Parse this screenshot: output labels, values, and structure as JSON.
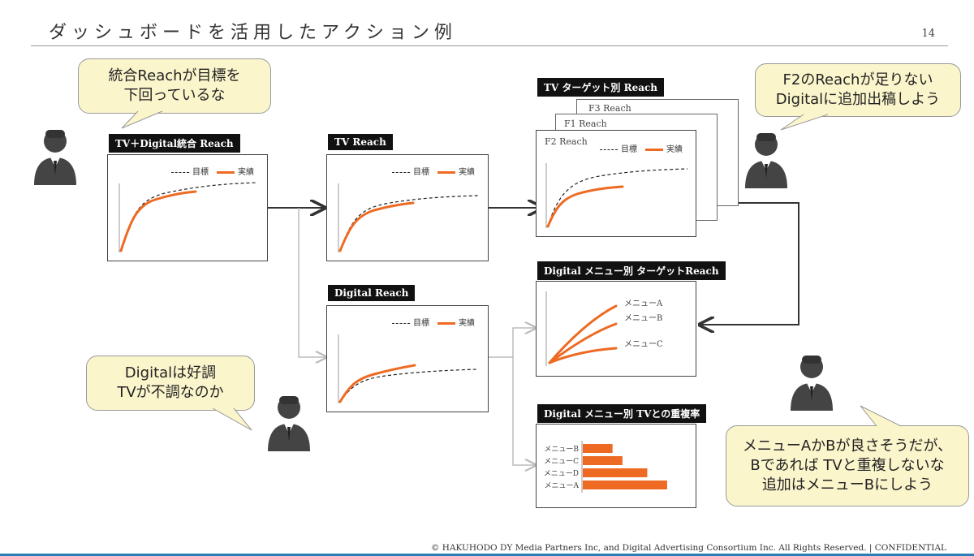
{
  "title": "ダッシュボードを活用したアクション例",
  "page_number": "14",
  "footer": "© HAKUHODO DY Media Partners Inc, and Digital Advertising Consortium Inc. All Rights Reserved. | CONFIDENTIAL",
  "bubbles": {
    "top_left": [
      "統合Reachが目標を",
      "下回っているな"
    ],
    "top_right": [
      "F2のReachが足りない",
      "Digitalに追加出稿しよう"
    ],
    "bottom_left": [
      "Digitalは好調",
      "TVが不調なのか"
    ],
    "bottom_right": [
      "メニューAかBが良さそうだが、",
      "Bであれば TVと重複しないな",
      "追加はメニューBにしよう"
    ]
  },
  "panels": {
    "integrated": "TV＋Digital統合 Reach",
    "tv": "TV Reach",
    "digital": "Digital Reach",
    "tv_target": "TV ターゲット別 Reach",
    "digital_menu_target": "Digital メニュー別 ターゲットReach",
    "digital_menu_overlap": "Digital メニュー別 TVとの重複率"
  },
  "legend": {
    "target": "目標",
    "actual": "実績"
  },
  "tv_target_sheets": [
    "F3 Reach",
    "F1 Reach",
    "F2 Reach"
  ],
  "chart_data": [
    {
      "type": "line",
      "title": "Digital メニュー別 ターゲットReach",
      "series": [
        {
          "name": "メニューA"
        },
        {
          "name": "メニューB"
        },
        {
          "name": "メニューC"
        }
      ]
    },
    {
      "type": "bar",
      "orientation": "horizontal",
      "title": "Digital メニュー別 TVとの重複率",
      "categories": [
        "メニューB",
        "メニューC",
        "メニューD",
        "メニューA"
      ],
      "values": [
        3,
        4,
        6.5,
        8.5
      ],
      "color": "#ee6a22"
    }
  ],
  "colors": {
    "actual": "#ee6a22",
    "target": "#222222",
    "bubble": "#fbf5cc",
    "arrow_dark": "#333333",
    "arrow_light": "#bbbbbb"
  },
  "icons": {
    "person": "businessman-icon"
  }
}
